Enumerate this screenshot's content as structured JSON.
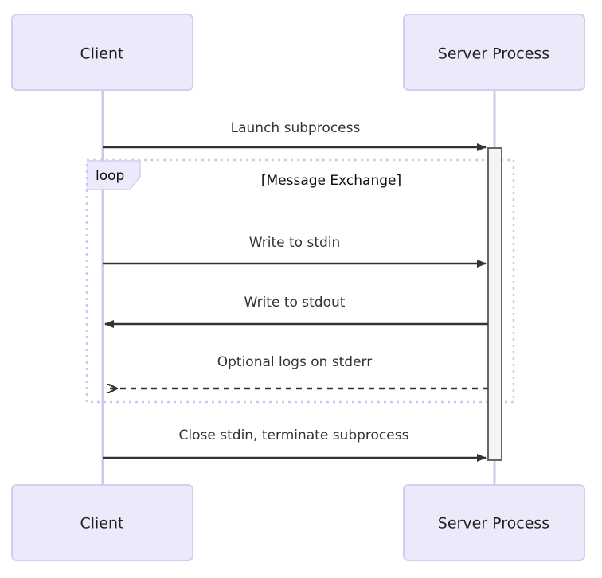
{
  "diagram": {
    "type": "sequence-diagram",
    "title": "",
    "colors": {
      "participant_fill": "#ECEAFA",
      "participant_stroke": "#D2CDF5",
      "lifeline_stroke": "#CEC8F0",
      "activation_fill": "#F4F4F4",
      "activation_stroke": "#666666",
      "arrow_stroke": "#333333",
      "loop_box_stroke": "#CFC9F2",
      "loop_tag_fill": "#ECEAFA",
      "message_text": "#333333",
      "participant_text": "#1f1f1f",
      "background": "#ffffff"
    },
    "participants": [
      {
        "id": "client",
        "label": "Client"
      },
      {
        "id": "server",
        "label": "Server Process"
      }
    ],
    "participants_bottom": [
      {
        "id": "client",
        "label": "Client"
      },
      {
        "id": "server",
        "label": "Server Process"
      }
    ],
    "messages": [
      {
        "index": 1,
        "label": "Launch subprocess",
        "from": "client",
        "to": "server",
        "direction": "right",
        "line": "solid",
        "arrowhead": "filled"
      },
      {
        "index": 2,
        "label": "Write to stdin",
        "from": "client",
        "to": "server",
        "direction": "right",
        "line": "solid",
        "arrowhead": "filled"
      },
      {
        "index": 3,
        "label": "Write to stdout",
        "from": "server",
        "to": "client",
        "direction": "left",
        "line": "solid",
        "arrowhead": "filled"
      },
      {
        "index": 4,
        "label": "Optional logs on stderr",
        "from": "server",
        "to": "client",
        "direction": "left",
        "line": "dashed",
        "arrowhead": "open"
      },
      {
        "index": 5,
        "label": "Close stdin, terminate subprocess",
        "from": "client",
        "to": "server",
        "direction": "right",
        "line": "solid",
        "arrowhead": "filled"
      }
    ],
    "fragments": [
      {
        "id": "loop-fragment",
        "tag": "loop",
        "title": "[Message Exchange]",
        "contains": [
          "Write to stdin",
          "Write to stdout",
          "Optional logs on stderr"
        ]
      }
    ],
    "activations": [
      {
        "on": "server",
        "starts_after": "Launch subprocess",
        "ends_after": "Close stdin, terminate subprocess"
      }
    ]
  }
}
